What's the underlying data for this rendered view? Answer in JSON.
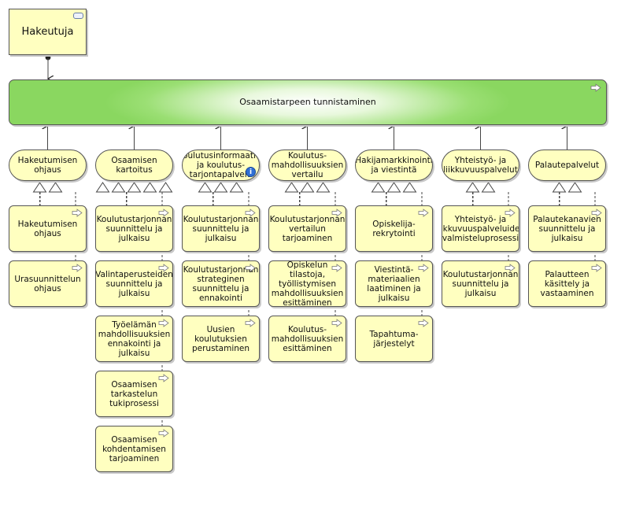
{
  "role": {
    "label": "Hakeutuja"
  },
  "banner": {
    "label": "Osaamistarpeen tunnistaminen"
  },
  "functions": [
    "Hakeutumisen ohjaus",
    "Osaamisen kartoitus",
    "Koulutusinformaatio- ja koulutus- tarjontapalvelu",
    "Koulutus- mahdollisuuksien vertailu",
    "Hakijamarkkinointi ja viestintä",
    "Yhteistyö- ja liikkuvuuspalvelut",
    "Palautepalvelut"
  ],
  "processes": [
    [
      "Hakeutumisen ohjaus",
      "Urasuunnittelun ohjaus"
    ],
    [
      "Koulutustarjonnan suunnittelu ja julkaisu",
      "Valintaperusteiden suunnittelu ja julkaisu",
      "Työelämän mahdollisuuksien ennakointi ja julkaisu",
      "Osaamisen tarkastelun tukiprosessi",
      "Osaamisen kohdentamisen tarjoaminen"
    ],
    [
      "Koulutustarjonnan suunnittelu ja julkaisu",
      "Koulutustarjonnan strateginen suunnittelu ja ennakointi",
      "Uusien koulutuksien perustaminen"
    ],
    [
      "Koulutustarjonnan vertailun tarjoaminen",
      "Opiskelun tilastoja, työllistymisen mahdollisuuksien esittäminen",
      "Koulutus- mahdollisuuksien esittäminen"
    ],
    [
      "Opiskelija- rekrytointi",
      "Viestintä- materiaalien laatiminen ja julkaisu",
      "Tapahtuma- järjestelyt"
    ],
    [
      "Yhteistyö- ja liikkuvuuspalveluiden valmisteluprosessi",
      "Koulutustarjonnan suunnittelu ja julkaisu"
    ],
    [
      "Palautekanavien suunnittelu ja julkaisu",
      "Palautteen käsittely ja vastaaminen"
    ]
  ],
  "icons": {
    "process": "arrow-right-icon",
    "role": "role-icon",
    "info": "info-icon"
  },
  "colors": {
    "box_fill": "#ffffc0",
    "banner_green": "#8ad760",
    "line": "#555555"
  }
}
